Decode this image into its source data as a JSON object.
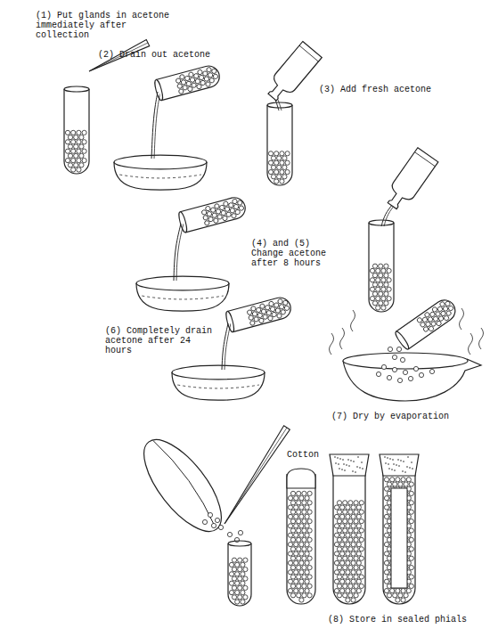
{
  "diagram": {
    "labels": [
      "(1) Put glands in acetone immediately after collection",
      "(2) Drain out acetone",
      "(3) Add fresh acetone",
      "(4) and (5) Change acetone after 8 hours",
      "(6) Completely drain acetone after 24 hours",
      "(7) Dry by evaporation",
      "Cotton",
      "(8) Store in sealed phials"
    ]
  }
}
